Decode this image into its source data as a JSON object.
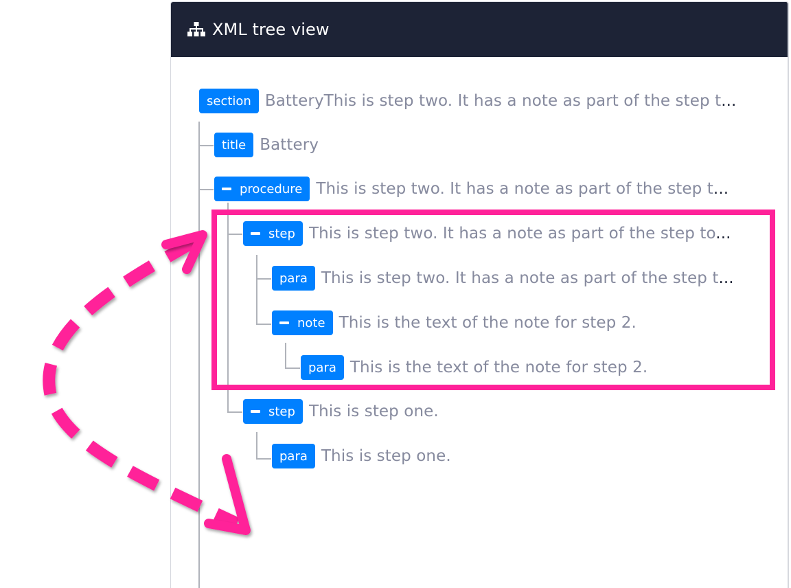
{
  "panel": {
    "title": "XML tree view",
    "icon": "sitemap-icon",
    "colors": {
      "header_bg": "#1d2336",
      "tag_bg": "#0080ff",
      "text": "#868a9e",
      "highlight": "#ff2299"
    }
  },
  "tree": {
    "nodes": [
      {
        "tag": "section",
        "collapsible": false,
        "text": "BatteryThis is step two. It has a note as part of the step t",
        "truncated": true
      },
      {
        "tag": "title",
        "collapsible": false,
        "text": "Battery",
        "truncated": false
      },
      {
        "tag": "procedure",
        "collapsible": true,
        "text": "This is step two. It has a note as part of the step t",
        "truncated": true
      },
      {
        "tag": "step",
        "collapsible": true,
        "text": "This is step two. It has a note as part of the step to",
        "truncated": true
      },
      {
        "tag": "para",
        "collapsible": false,
        "text": "This is step two. It has a note as part of the step t",
        "truncated": true
      },
      {
        "tag": "note",
        "collapsible": true,
        "text": "This is the text of the note for step 2.",
        "truncated": false
      },
      {
        "tag": "para",
        "collapsible": false,
        "text": "This is the text of the note for step 2.",
        "truncated": false
      },
      {
        "tag": "step",
        "collapsible": true,
        "text": "This is step one.",
        "truncated": false
      },
      {
        "tag": "para",
        "collapsible": false,
        "text": "This is step one.",
        "truncated": false
      }
    ],
    "ellipsis": "..."
  },
  "annotations": {
    "highlight_box": "step-two-subtree",
    "arrow": "dashed-curved-move-arrow"
  }
}
